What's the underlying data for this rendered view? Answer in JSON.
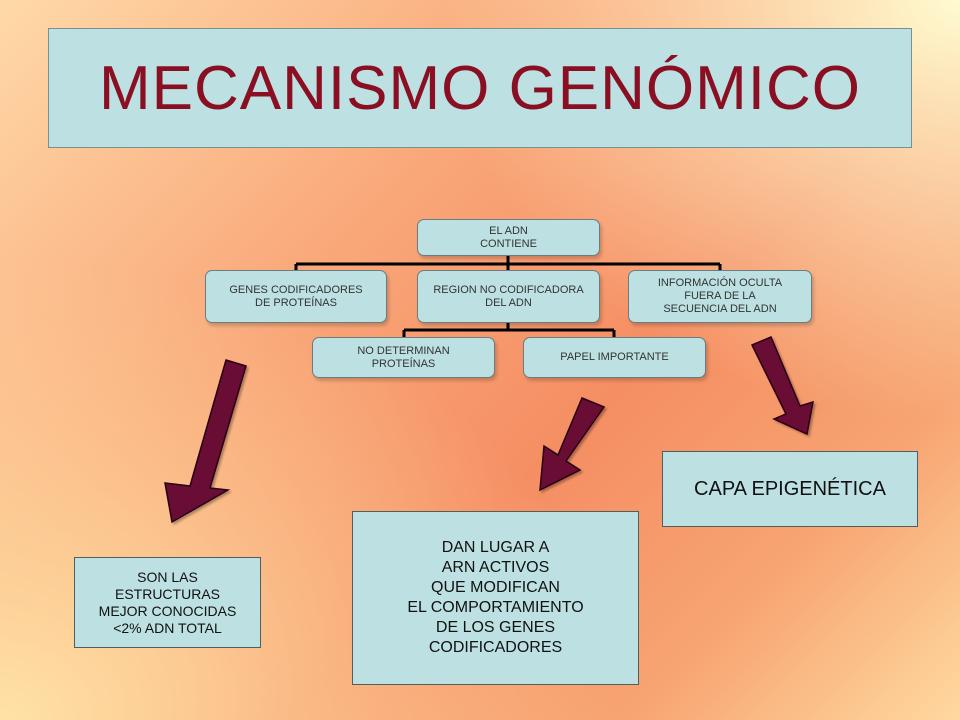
{
  "title": "MECANISMO GENÓMICO",
  "tree": {
    "root": "EL ADN\nCONTIENE",
    "branches": [
      "GENES CODIFICADORES\nDE PROTEÍNAS",
      "REGION NO CODIFICADORA\nDEL ADN",
      "INFORMACIÓN OCULTA\nFUERA DE LA\nSECUENCIA DEL ADN"
    ],
    "sub": [
      "NO DETERMINAN\nPROTEÍNAS",
      "PAPEL IMPORTANTE"
    ]
  },
  "outcomes": {
    "left": "SON LAS\nESTRUCTURAS\nMEJOR CONOCIDAS\n<2% ADN TOTAL",
    "middle": "DAN LUGAR A\nARN ACTIVOS\nQUE MODIFICAN\nEL COMPORTAMIENTO\nDE LOS GENES\nCODIFICADORES",
    "right": "CAPA EPIGENÉTICA"
  },
  "colors": {
    "title_text": "#8b0f22",
    "box_fill": "#bde1e2",
    "arrow_fill": "#6b0a36",
    "connector": "#000000"
  }
}
